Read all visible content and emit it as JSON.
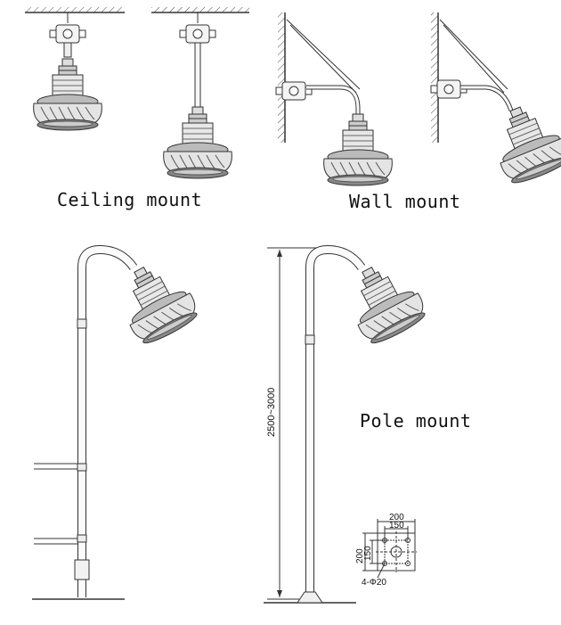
{
  "captions": {
    "ceiling": "Ceiling mount",
    "wall": "Wall mount",
    "pole": "Pole mount"
  },
  "dimensions": {
    "pole_height": "2500~3000",
    "plate_width_outer": "200",
    "plate_width_inner": "150",
    "plate_height_outer": "200",
    "plate_height_inner": "150",
    "holes": "4-Φ20"
  },
  "colors": {
    "line": "#333333",
    "fixture_fill": "#e4e4e4",
    "fixture_dark": "#555555"
  }
}
